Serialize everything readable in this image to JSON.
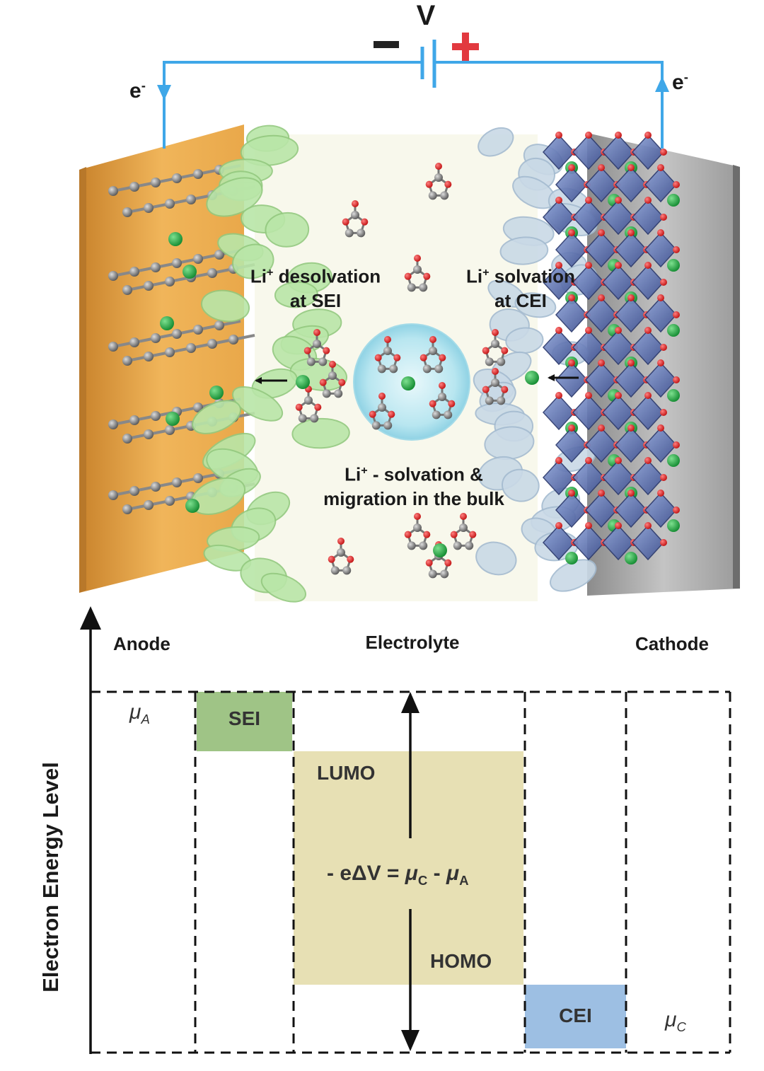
{
  "circuit": {
    "voltage_label": "V",
    "minus_sign": "–",
    "plus_sign": "+",
    "electron_left": "e",
    "electron_right": "e",
    "electron_charge": "-"
  },
  "cell": {
    "desolvation_line1_ion": "Li",
    "desolvation_line1_rest": " desolvation",
    "desolvation_line2": "at SEI",
    "solvation_line1_ion": "Li",
    "solvation_line1_rest": " solvation",
    "solvation_line2": "at CEI",
    "bulk_line1_ion": "Li",
    "bulk_line1_rest": " - solvation &",
    "bulk_line2": "migration in the bulk",
    "ion_charge": "+"
  },
  "energy_diagram": {
    "y_axis_label": "Electron Energy Level",
    "regions": [
      "Anode",
      "Electrolyte",
      "Cathode"
    ],
    "mu_symbol": "μ",
    "mu_anode_sub": "A",
    "mu_cathode_sub": "C",
    "sei_label": "SEI",
    "cei_label": "CEI",
    "lumo_label": "LUMO",
    "homo_label": "HOMO",
    "equation_left": "- eΔV = ",
    "equation_mid": " - ",
    "colors": {
      "sei": "#9fc486",
      "cei": "#9dbfe3",
      "window": "#e7e0b4",
      "wire": "#3fa7e8",
      "plus": "#e2393f",
      "anode": "#e9a84a",
      "cathode": "#a9a9a9",
      "li_ion": "#22a846"
    }
  }
}
